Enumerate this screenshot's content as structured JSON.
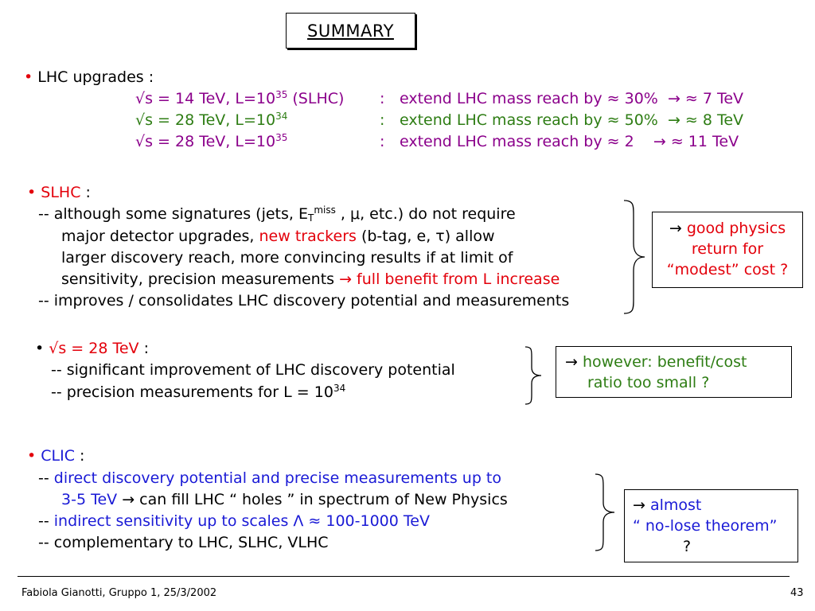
{
  "title": "SUMMARY",
  "lhc": {
    "bullet": "•",
    "heading": "LHC upgrades :",
    "rows": [
      {
        "sqrt": "√",
        "lhs_a": "s = 14 TeV, L=10",
        "exp": "35",
        "lhs_b": " (SLHC)",
        "colon": ":",
        "rhs_a": "extend LHC mass reach by ≈ 30%",
        "arrow": "→",
        "rhs_b": "≈  7 TeV"
      },
      {
        "sqrt": "√",
        "lhs_a": "s = 28 TeV, L=10",
        "exp": "34",
        "lhs_b": "",
        "colon": ":",
        "rhs_a": "extend LHC mass reach by ≈ 50%",
        "arrow": "→",
        "rhs_b": "≈  8 TeV"
      },
      {
        "sqrt": "√",
        "lhs_a": "s = 28 TeV, L=10",
        "exp": "35",
        "lhs_b": "",
        "colon": ":",
        "rhs_a": "extend LHC mass reach by ≈   2",
        "arrow": "→",
        "rhs_b": "≈ 11 TeV"
      }
    ]
  },
  "slhc": {
    "bullet": "•",
    "heading": "SLHC",
    "heading_colon": " :",
    "line1_a": "-- although some signatures (jets, E",
    "line1_sub": "T",
    "line1_sup": "miss",
    "line1_b": " , μ, etc.)  do not require",
    "line2_a": "major detector upgrades, ",
    "line2_red": "new trackers",
    "line2_b": " (b-tag, e, τ)  allow",
    "line3": "larger discovery reach, more convincing results if at limit of",
    "line4_a": "sensitivity, precision measurements ",
    "line4_arrow": "→",
    "line4_red": " full benefit from  L increase",
    "line5": "-- improves / consolidates LHC discovery potential and measurements",
    "box_arrow": "→",
    "box_line1": " good physics",
    "box_line2": "return for",
    "box_line3": "“modest” cost ?"
  },
  "s28": {
    "bullet": "•",
    "heading": "√s = 28 TeV",
    "heading_colon": " :",
    "line1": "-- significant  improvement of LHC discovery potential",
    "line2_a": "-- precision measurements for L = 10",
    "line2_exp": "34",
    "box_arrow": "→",
    "box_line1": " however: benefit/cost",
    "box_line2": "ratio too small ?"
  },
  "clic": {
    "bullet": "•",
    "heading": "CLIC",
    "heading_colon": " :",
    "line1_dash": "-- ",
    "line1_blue": "direct discovery potential and precise measurements up to",
    "line2_blue": "3-5 TeV ",
    "line2_arrow": "→",
    "line2_b": " can fill LHC “ holes ” in spectrum of New Physics",
    "line3_dash": "-- ",
    "line3_blue": "indirect sensitivity  up  to scales Λ ≈ 100-1000 TeV",
    "line4": "-- complementary to LHC, SLHC, VLHC",
    "box_arrow": "→",
    "box_line1": " almost",
    "box_line2": "“ no-lose theorem”",
    "box_line3": "?"
  },
  "footer": {
    "left": "Fabiola Gianotti,  Gruppo 1, 25/3/2002",
    "page": "43"
  },
  "colors": {
    "red": "#e3000b",
    "purple": "#8b008b",
    "blue": "#1a1ad6",
    "green": "#2e7d14"
  }
}
